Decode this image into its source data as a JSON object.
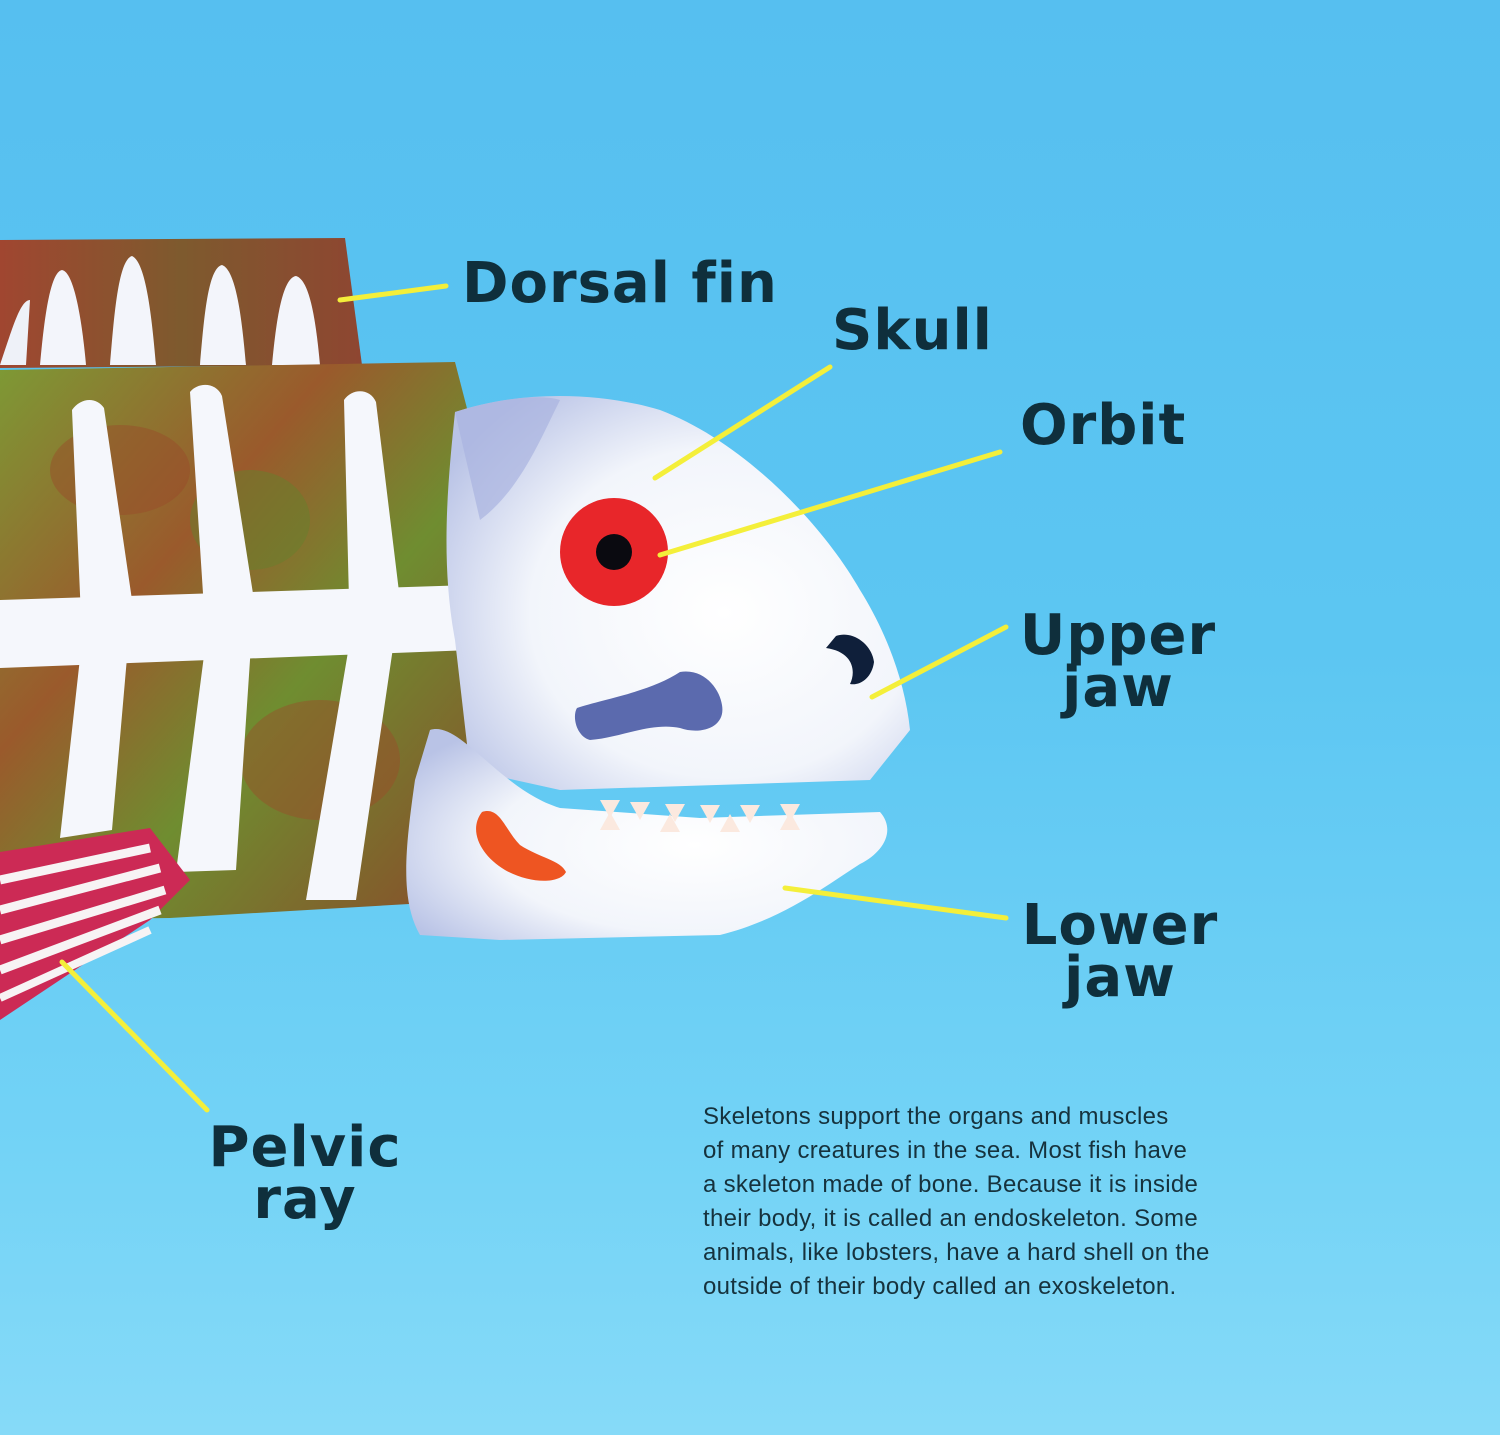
{
  "colors": {
    "background_top": "#56bff0",
    "background_bottom": "#86daf8",
    "label_text": "#0f2f3c",
    "leader_line": "#f4ef3a",
    "bone": "#f7f9fc",
    "bone_shadow": "#a9b3dc",
    "body_green": "#6e8c2f",
    "body_rust": "#9a4a2a",
    "dorsal_fin": "#8e4631",
    "pelvic_fin": "#cc2a55",
    "eye_red": "#e8262a"
  },
  "labels": {
    "dorsal_fin": "Dorsal fin",
    "skull": "Skull",
    "orbit": "Orbit",
    "upper_jaw_line1": "Upper",
    "upper_jaw_line2": "jaw",
    "lower_jaw_line1": "Lower",
    "lower_jaw_line2": "jaw",
    "pelvic_ray_line1": "Pelvic",
    "pelvic_ray_line2": "ray"
  },
  "paragraph": "Skeletons support the organs and muscles\nof many creatures in the sea. Most fish have\na skeleton made of bone. Because it is inside\ntheir body, it is called an endoskeleton. Some\nanimals, like lobsters, have a hard shell on the\noutside of their body called an exoskeleton."
}
